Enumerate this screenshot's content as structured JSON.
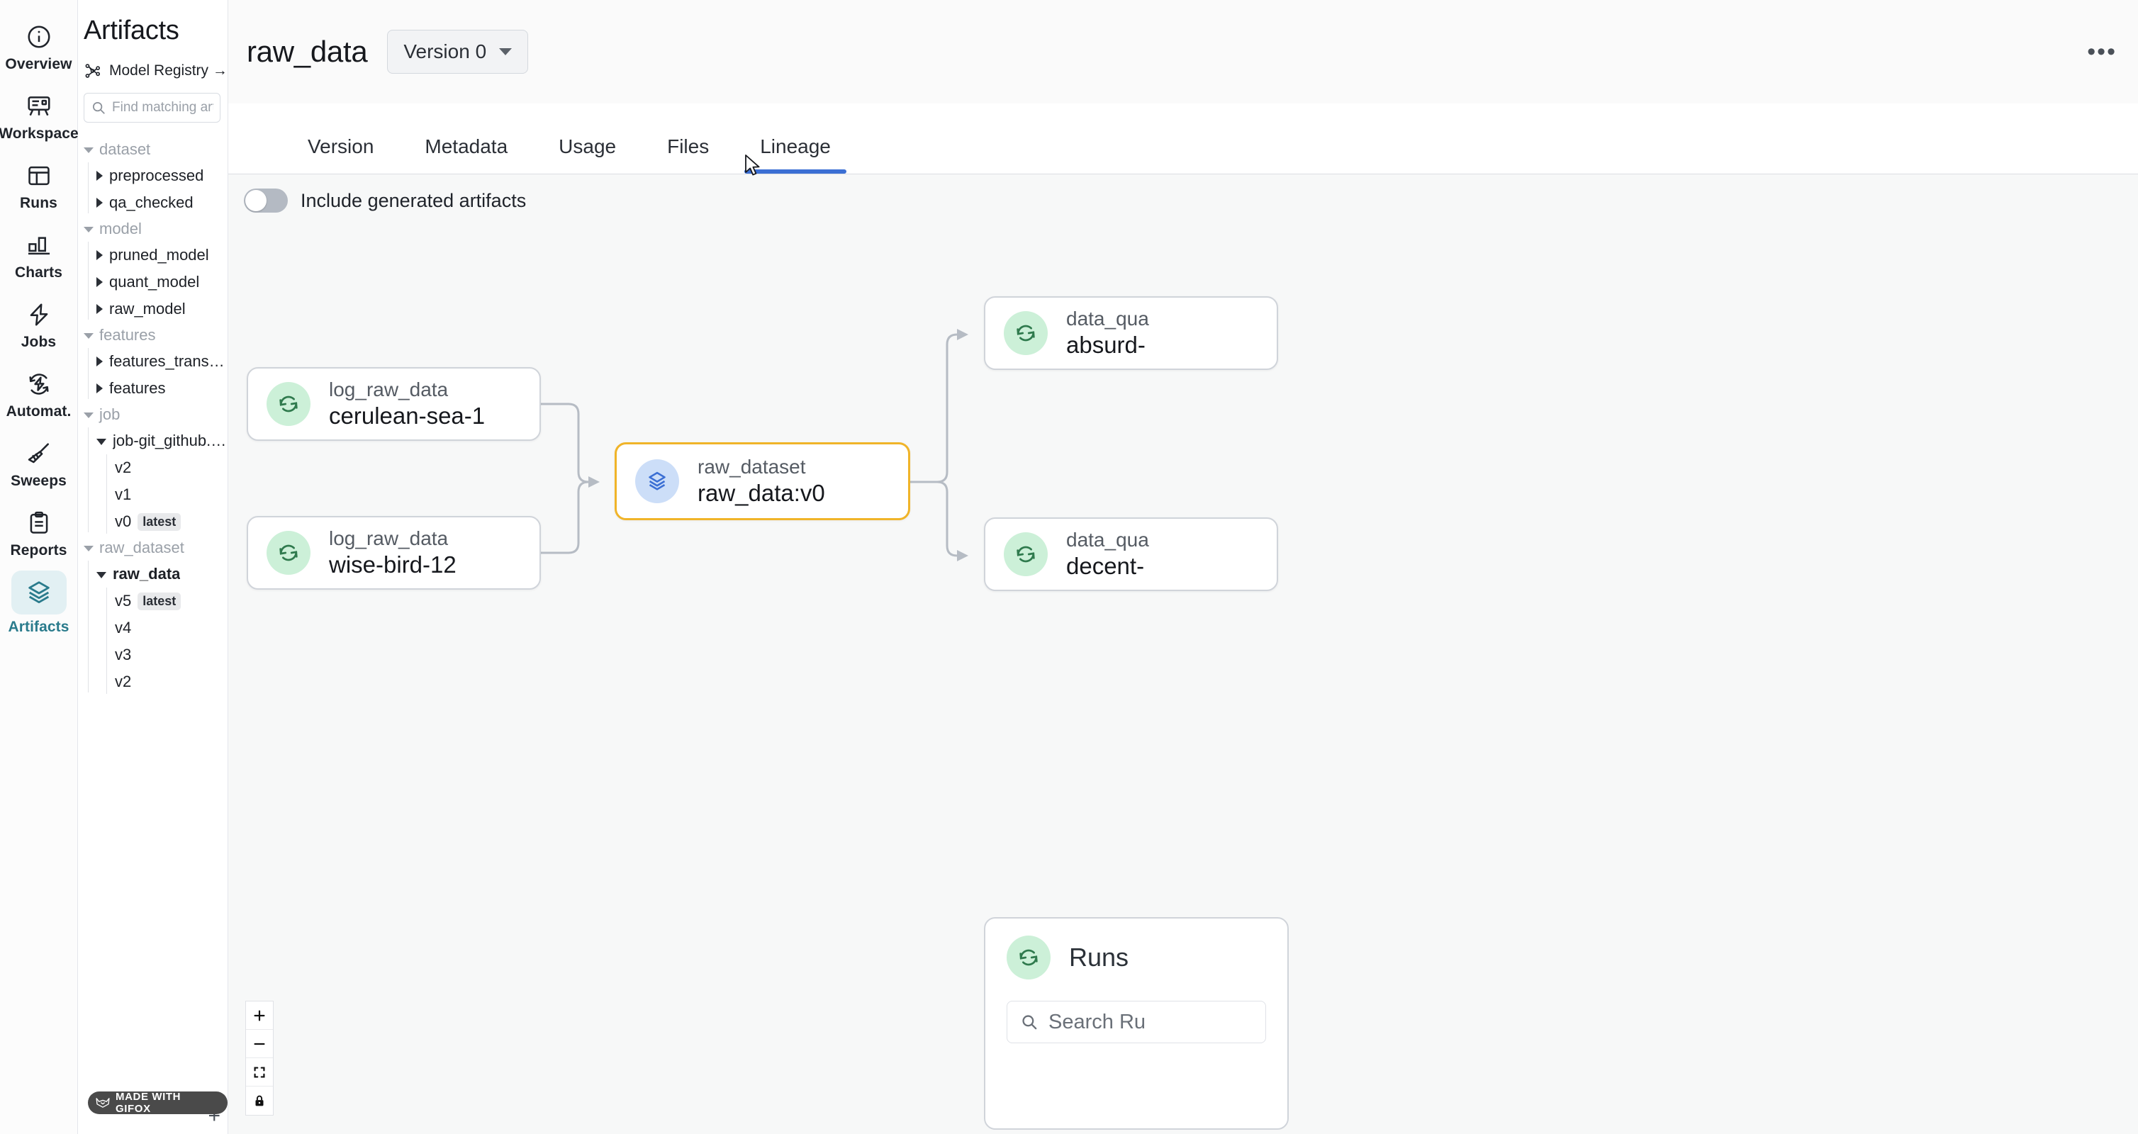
{
  "rail": {
    "items": [
      {
        "label": "Overview",
        "icon": "info-circle-icon",
        "active": false
      },
      {
        "label": "Workspace",
        "icon": "workspace-icon",
        "active": false
      },
      {
        "label": "Runs",
        "icon": "table-icon",
        "active": false
      },
      {
        "label": "Charts",
        "icon": "bar-chart-icon",
        "active": false
      },
      {
        "label": "Jobs",
        "icon": "bolt-icon",
        "active": false
      },
      {
        "label": "Automat.",
        "icon": "automation-icon",
        "active": false
      },
      {
        "label": "Sweeps",
        "icon": "broom-icon",
        "active": false
      },
      {
        "label": "Reports",
        "icon": "clipboard-icon",
        "active": false
      },
      {
        "label": "Artifacts",
        "icon": "layers-icon",
        "active": true
      }
    ]
  },
  "tree_panel": {
    "title": "Artifacts",
    "registry_link": "Model Registry →",
    "registry_icon": "model-registry-icon",
    "search_placeholder": "Find matching artifacts",
    "search_value": "",
    "search_icon": "search-icon",
    "add_label": "+",
    "groups": [
      {
        "label": "dataset",
        "expanded": true,
        "items": [
          {
            "label": "preprocessed",
            "expanded": false,
            "selected": false,
            "versions": []
          },
          {
            "label": "qa_checked",
            "expanded": false,
            "selected": false,
            "versions": []
          }
        ]
      },
      {
        "label": "model",
        "expanded": true,
        "items": [
          {
            "label": "pruned_model",
            "expanded": false,
            "selected": false,
            "versions": []
          },
          {
            "label": "quant_model",
            "expanded": false,
            "selected": false,
            "versions": []
          },
          {
            "label": "raw_model",
            "expanded": false,
            "selected": false,
            "versions": []
          }
        ]
      },
      {
        "label": "features",
        "expanded": true,
        "items": [
          {
            "label": "features_transformed",
            "expanded": false,
            "selected": false,
            "versions": []
          },
          {
            "label": "features",
            "expanded": false,
            "selected": false,
            "versions": []
          }
        ]
      },
      {
        "label": "job",
        "expanded": true,
        "items": [
          {
            "label": "job-git_github.com_wa…",
            "expanded": true,
            "selected": false,
            "versions": [
              {
                "label": "v2",
                "badge": ""
              },
              {
                "label": "v1",
                "badge": ""
              },
              {
                "label": "v0",
                "badge": "latest"
              }
            ]
          }
        ]
      },
      {
        "label": "raw_dataset",
        "expanded": true,
        "items": [
          {
            "label": "raw_data",
            "expanded": true,
            "selected": true,
            "versions": [
              {
                "label": "v5",
                "badge": "latest"
              },
              {
                "label": "v4",
                "badge": ""
              },
              {
                "label": "v3",
                "badge": ""
              },
              {
                "label": "v2",
                "badge": ""
              }
            ]
          }
        ]
      }
    ]
  },
  "header": {
    "artifact_name": "raw_data",
    "version_selector": "Version 0",
    "overflow_menu": "•••"
  },
  "tabs": [
    {
      "label": "Version",
      "active": false
    },
    {
      "label": "Metadata",
      "active": false
    },
    {
      "label": "Usage",
      "active": false
    },
    {
      "label": "Files",
      "active": false
    },
    {
      "label": "Lineage",
      "active": true
    }
  ],
  "lineage": {
    "toggle_label": "Include generated artifacts",
    "toggle_on": false,
    "nodes": [
      {
        "id": "n1",
        "type": "log_raw_data",
        "name": "cerulean-sea-1",
        "icon": "run-refresh-icon",
        "icon_color": "green",
        "selected": false
      },
      {
        "id": "n2",
        "type": "log_raw_data",
        "name": "wise-bird-12",
        "icon": "run-refresh-icon",
        "icon_color": "green",
        "selected": false
      },
      {
        "id": "n3",
        "type": "raw_dataset",
        "name": "raw_data:v0",
        "icon": "layers-icon",
        "icon_color": "blue",
        "selected": true
      },
      {
        "id": "n4",
        "type": "data_qua",
        "name": "absurd-",
        "icon": "run-refresh-icon",
        "icon_color": "green",
        "selected": false
      },
      {
        "id": "n5",
        "type": "data_qua",
        "name": "decent-",
        "icon": "run-refresh-icon",
        "icon_color": "green",
        "selected": false
      }
    ],
    "runs_panel": {
      "title": "Runs",
      "icon": "run-refresh-icon",
      "search_placeholder": "Search Ru",
      "search_icon": "search-icon"
    },
    "zoom_controls": [
      {
        "name": "zoom-in-icon",
        "glyph": "+"
      },
      {
        "name": "zoom-out-icon",
        "glyph": "−"
      },
      {
        "name": "fit-screen-icon",
        "glyph": "⛶"
      },
      {
        "name": "lock-icon",
        "glyph": "🔒"
      }
    ]
  },
  "watermark": {
    "text": "MADE WITH GIFOX",
    "icon": "fox-icon"
  },
  "colors": {
    "accent_tab": "#3b6fd4",
    "selected_node_border": "#f0b429",
    "rail_active": "#2a7b8c",
    "rail_active_bg": "#e2f0f3"
  }
}
